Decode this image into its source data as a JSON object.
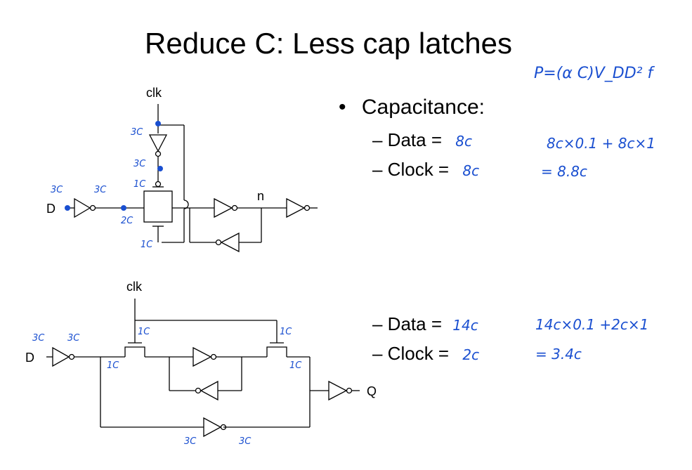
{
  "title": "Reduce C: Less cap latches",
  "power_note": "P=(α C)V_DD² f",
  "bullet": {
    "marker": "•",
    "label": "Capacitance:"
  },
  "latch1": {
    "data_label": "– Data =",
    "data_value": "8c",
    "clock_label": "– Clock =",
    "clock_value": "8c",
    "calc_line1": "8c×0.1 + 8c×1",
    "calc_line2": "= 8.8c",
    "signals": {
      "clk": "clk",
      "d": "D",
      "n": "n"
    },
    "cap_annotations": [
      "3C",
      "3C",
      "1C",
      "3C",
      "3C",
      "2C",
      "1C"
    ]
  },
  "latch2": {
    "data_label": "– Data =",
    "data_value": "14c",
    "clock_label": "– Clock =",
    "clock_value": "2c",
    "calc_line1": "14c×0.1 +2c×1",
    "calc_line2": "= 3.4c",
    "signals": {
      "clk": "clk",
      "d": "D",
      "q": "Q"
    },
    "cap_annotations": [
      "3C",
      "3C",
      "1C",
      "1C",
      "1C",
      "1C",
      "3C",
      "3C"
    ]
  },
  "colors": {
    "ink": "#000000",
    "handwriting": "#1a4fd0"
  }
}
